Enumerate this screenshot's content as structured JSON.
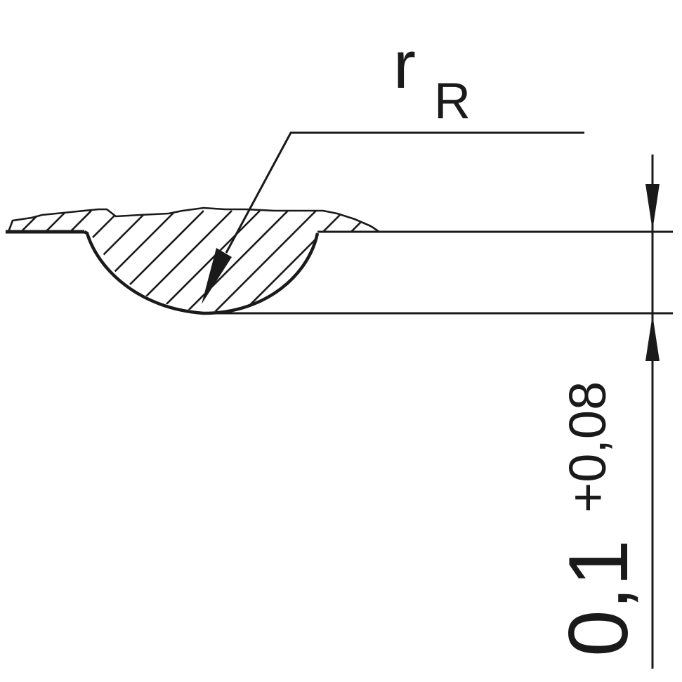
{
  "drawing": {
    "type": "technical-section",
    "subject": "weld seam root radius and depth",
    "colors": {
      "line": "#1a1a1a",
      "background": "#ffffff"
    },
    "radius_label": {
      "main": "r",
      "subscript": "R"
    },
    "dimension": {
      "nominal": "0,1",
      "tolerance": "+0,08",
      "orientation": "vertical"
    }
  }
}
